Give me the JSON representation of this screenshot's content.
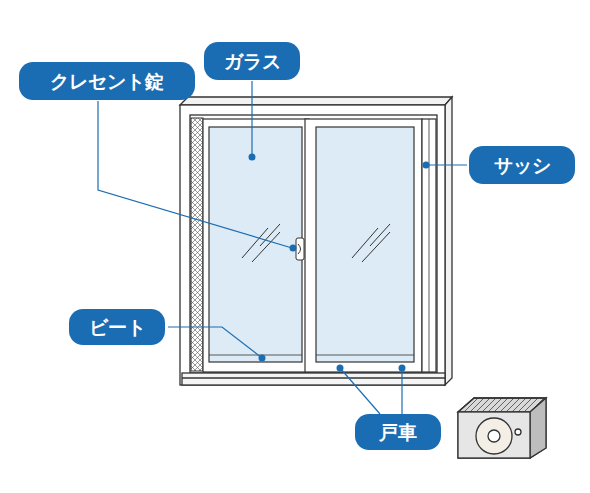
{
  "diagram": {
    "nodes": [
      {
        "text": [
          "ガラス"
        ]
      },
      {
        "text": [
          "クレセント錠"
        ]
      },
      {
        "text": [
          "サッシ"
        ]
      },
      {
        "text": [
          "ビート"
        ]
      },
      {
        "text": [
          "戸車"
        ]
      }
    ]
  }
}
